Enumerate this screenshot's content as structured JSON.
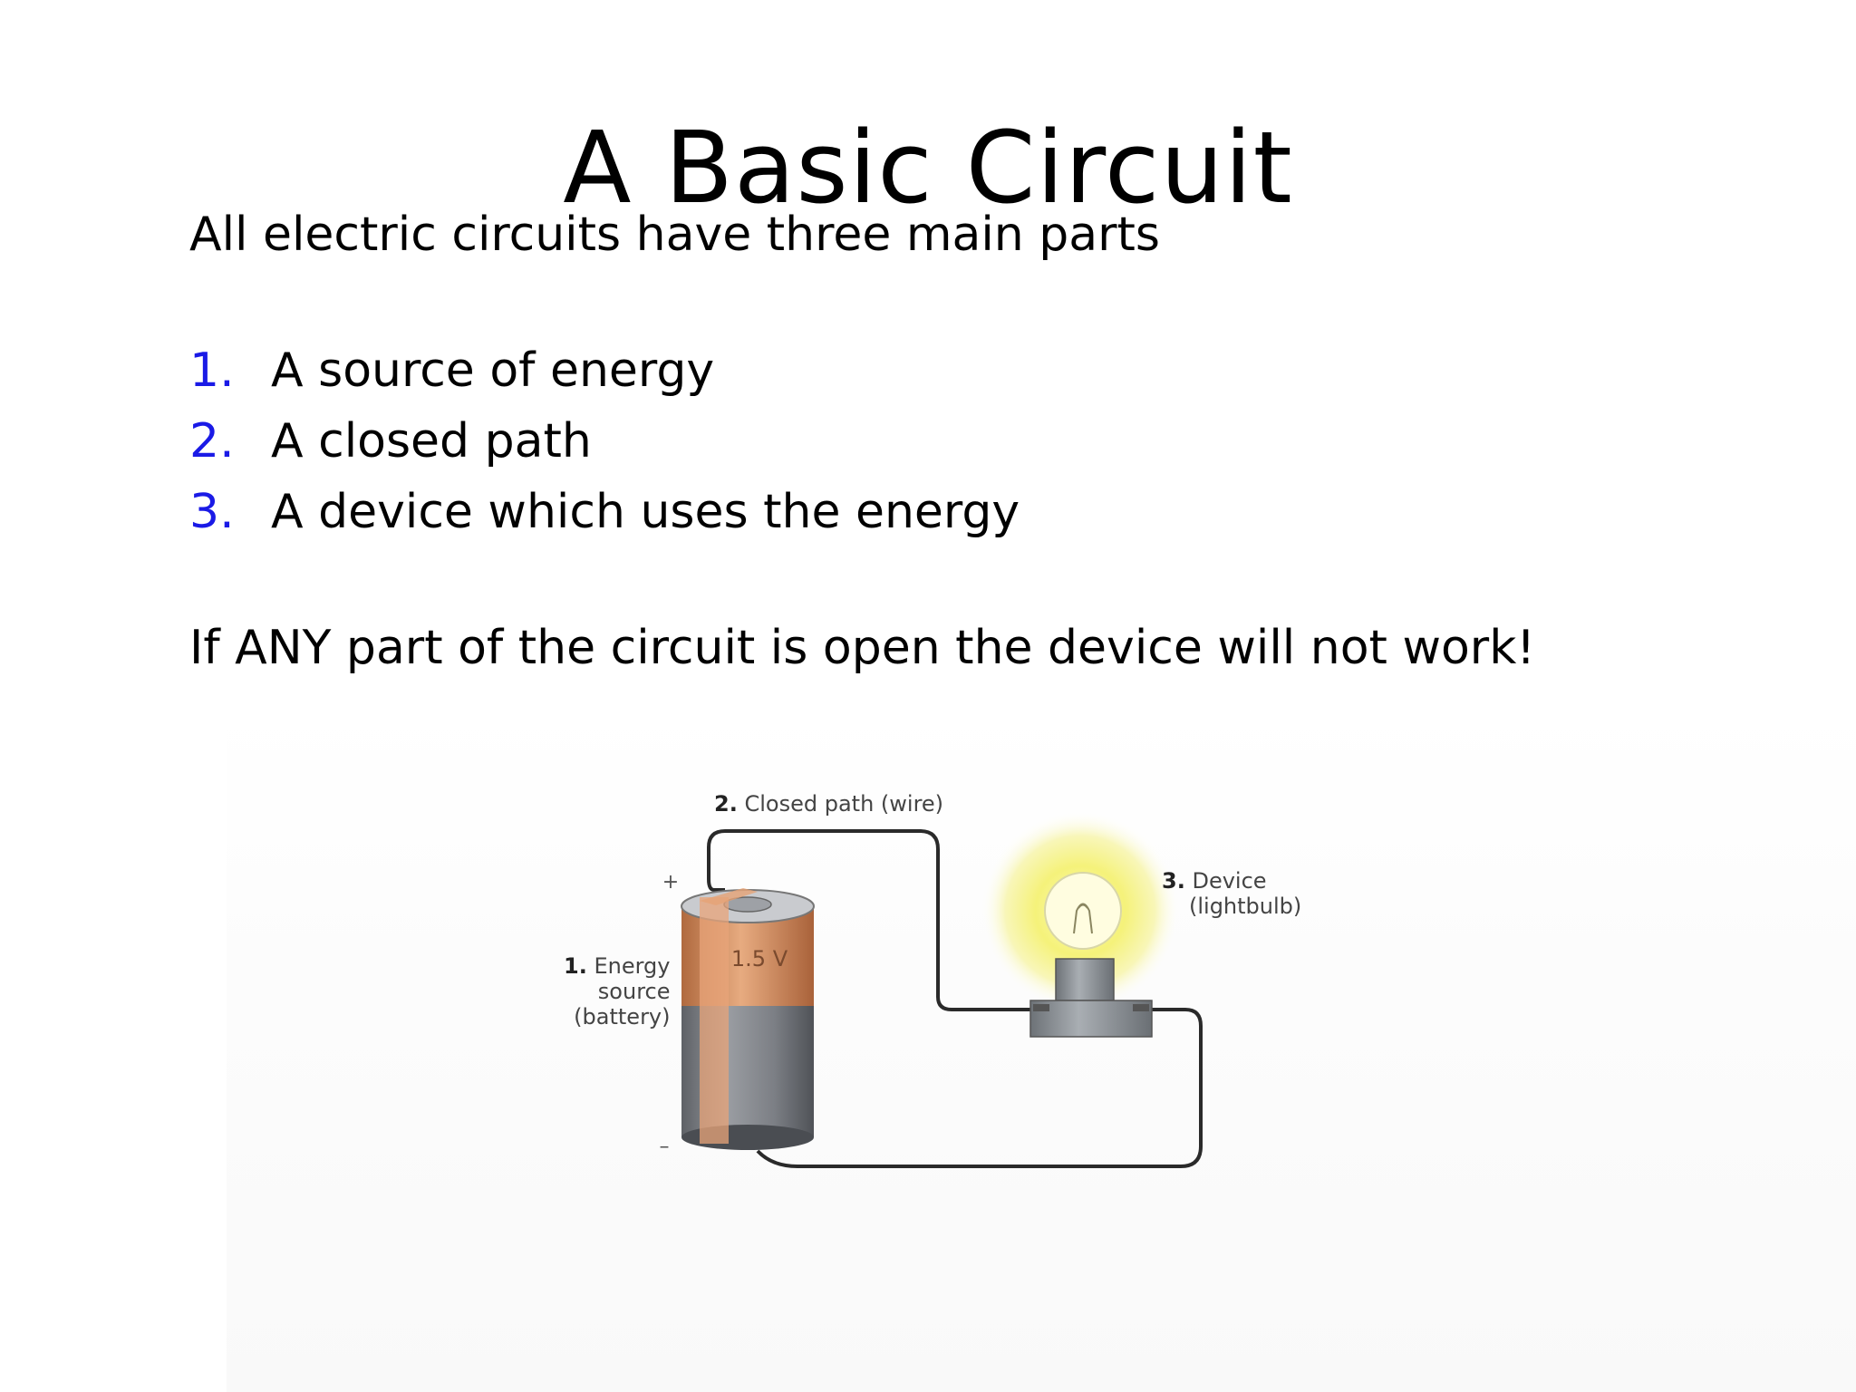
{
  "slide": {
    "title": "A Basic Circuit",
    "intro": "All electric circuits have three main parts",
    "parts": [
      {
        "num": "1.",
        "text": "A source of energy"
      },
      {
        "num": "2.",
        "text": "A closed path"
      },
      {
        "num": "3.",
        "text": "A device which uses the energy"
      }
    ],
    "warning": "If ANY part of the circuit is open the device will not work!"
  },
  "diagram": {
    "battery_label": {
      "num": "1.",
      "line1": "Energy",
      "line2": "source",
      "line3": "(battery)"
    },
    "battery_voltage": "1.5 V",
    "plus_sign": "+",
    "minus_sign": "–",
    "wire_label": {
      "num": "2.",
      "text": "Closed path (wire)"
    },
    "device_label": {
      "num": "3.",
      "line1": "Device",
      "line2": "(lightbulb)"
    },
    "colors": {
      "number_blue": "#1a1ae6",
      "battery_copper": "#d9956a",
      "battery_body": "#7f8288",
      "bulb_glow": "#f3f06a"
    }
  }
}
